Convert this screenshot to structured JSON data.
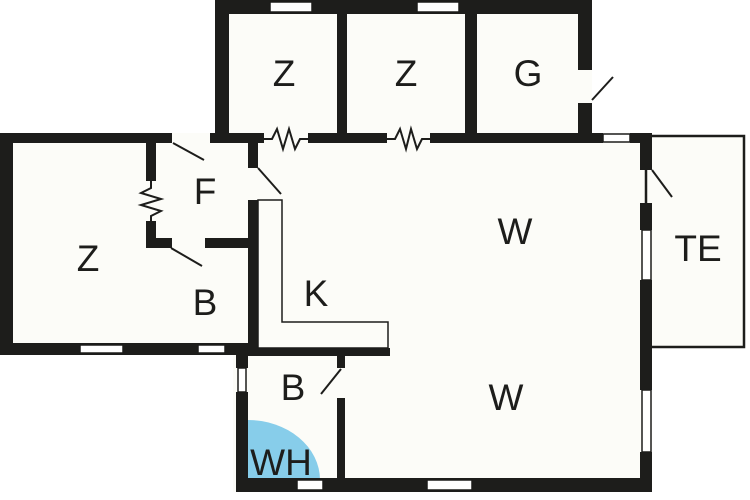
{
  "figure": {
    "type": "floor-plan",
    "description": "black-and-white house floor plan with one blue quarter-circle shower zone"
  },
  "colors": {
    "wall": "#1d1d1b",
    "floor": "#fcfcf8",
    "label": "#1d1d1b",
    "shower": "#87cdea"
  },
  "rooms": [
    {
      "id": "room-z-top-left",
      "label": "Z"
    },
    {
      "id": "room-z-top-middle",
      "label": "Z"
    },
    {
      "id": "room-g",
      "label": "G"
    },
    {
      "id": "room-z-left",
      "label": "Z"
    },
    {
      "id": "room-f",
      "label": "F"
    },
    {
      "id": "room-b-middle",
      "label": "B"
    },
    {
      "id": "room-k",
      "label": "K"
    },
    {
      "id": "room-w-upper",
      "label": "W"
    },
    {
      "id": "room-w-lower",
      "label": "W"
    },
    {
      "id": "room-te",
      "label": "TE"
    },
    {
      "id": "room-b-lower",
      "label": "B"
    },
    {
      "id": "room-wh",
      "label": "WH"
    }
  ]
}
